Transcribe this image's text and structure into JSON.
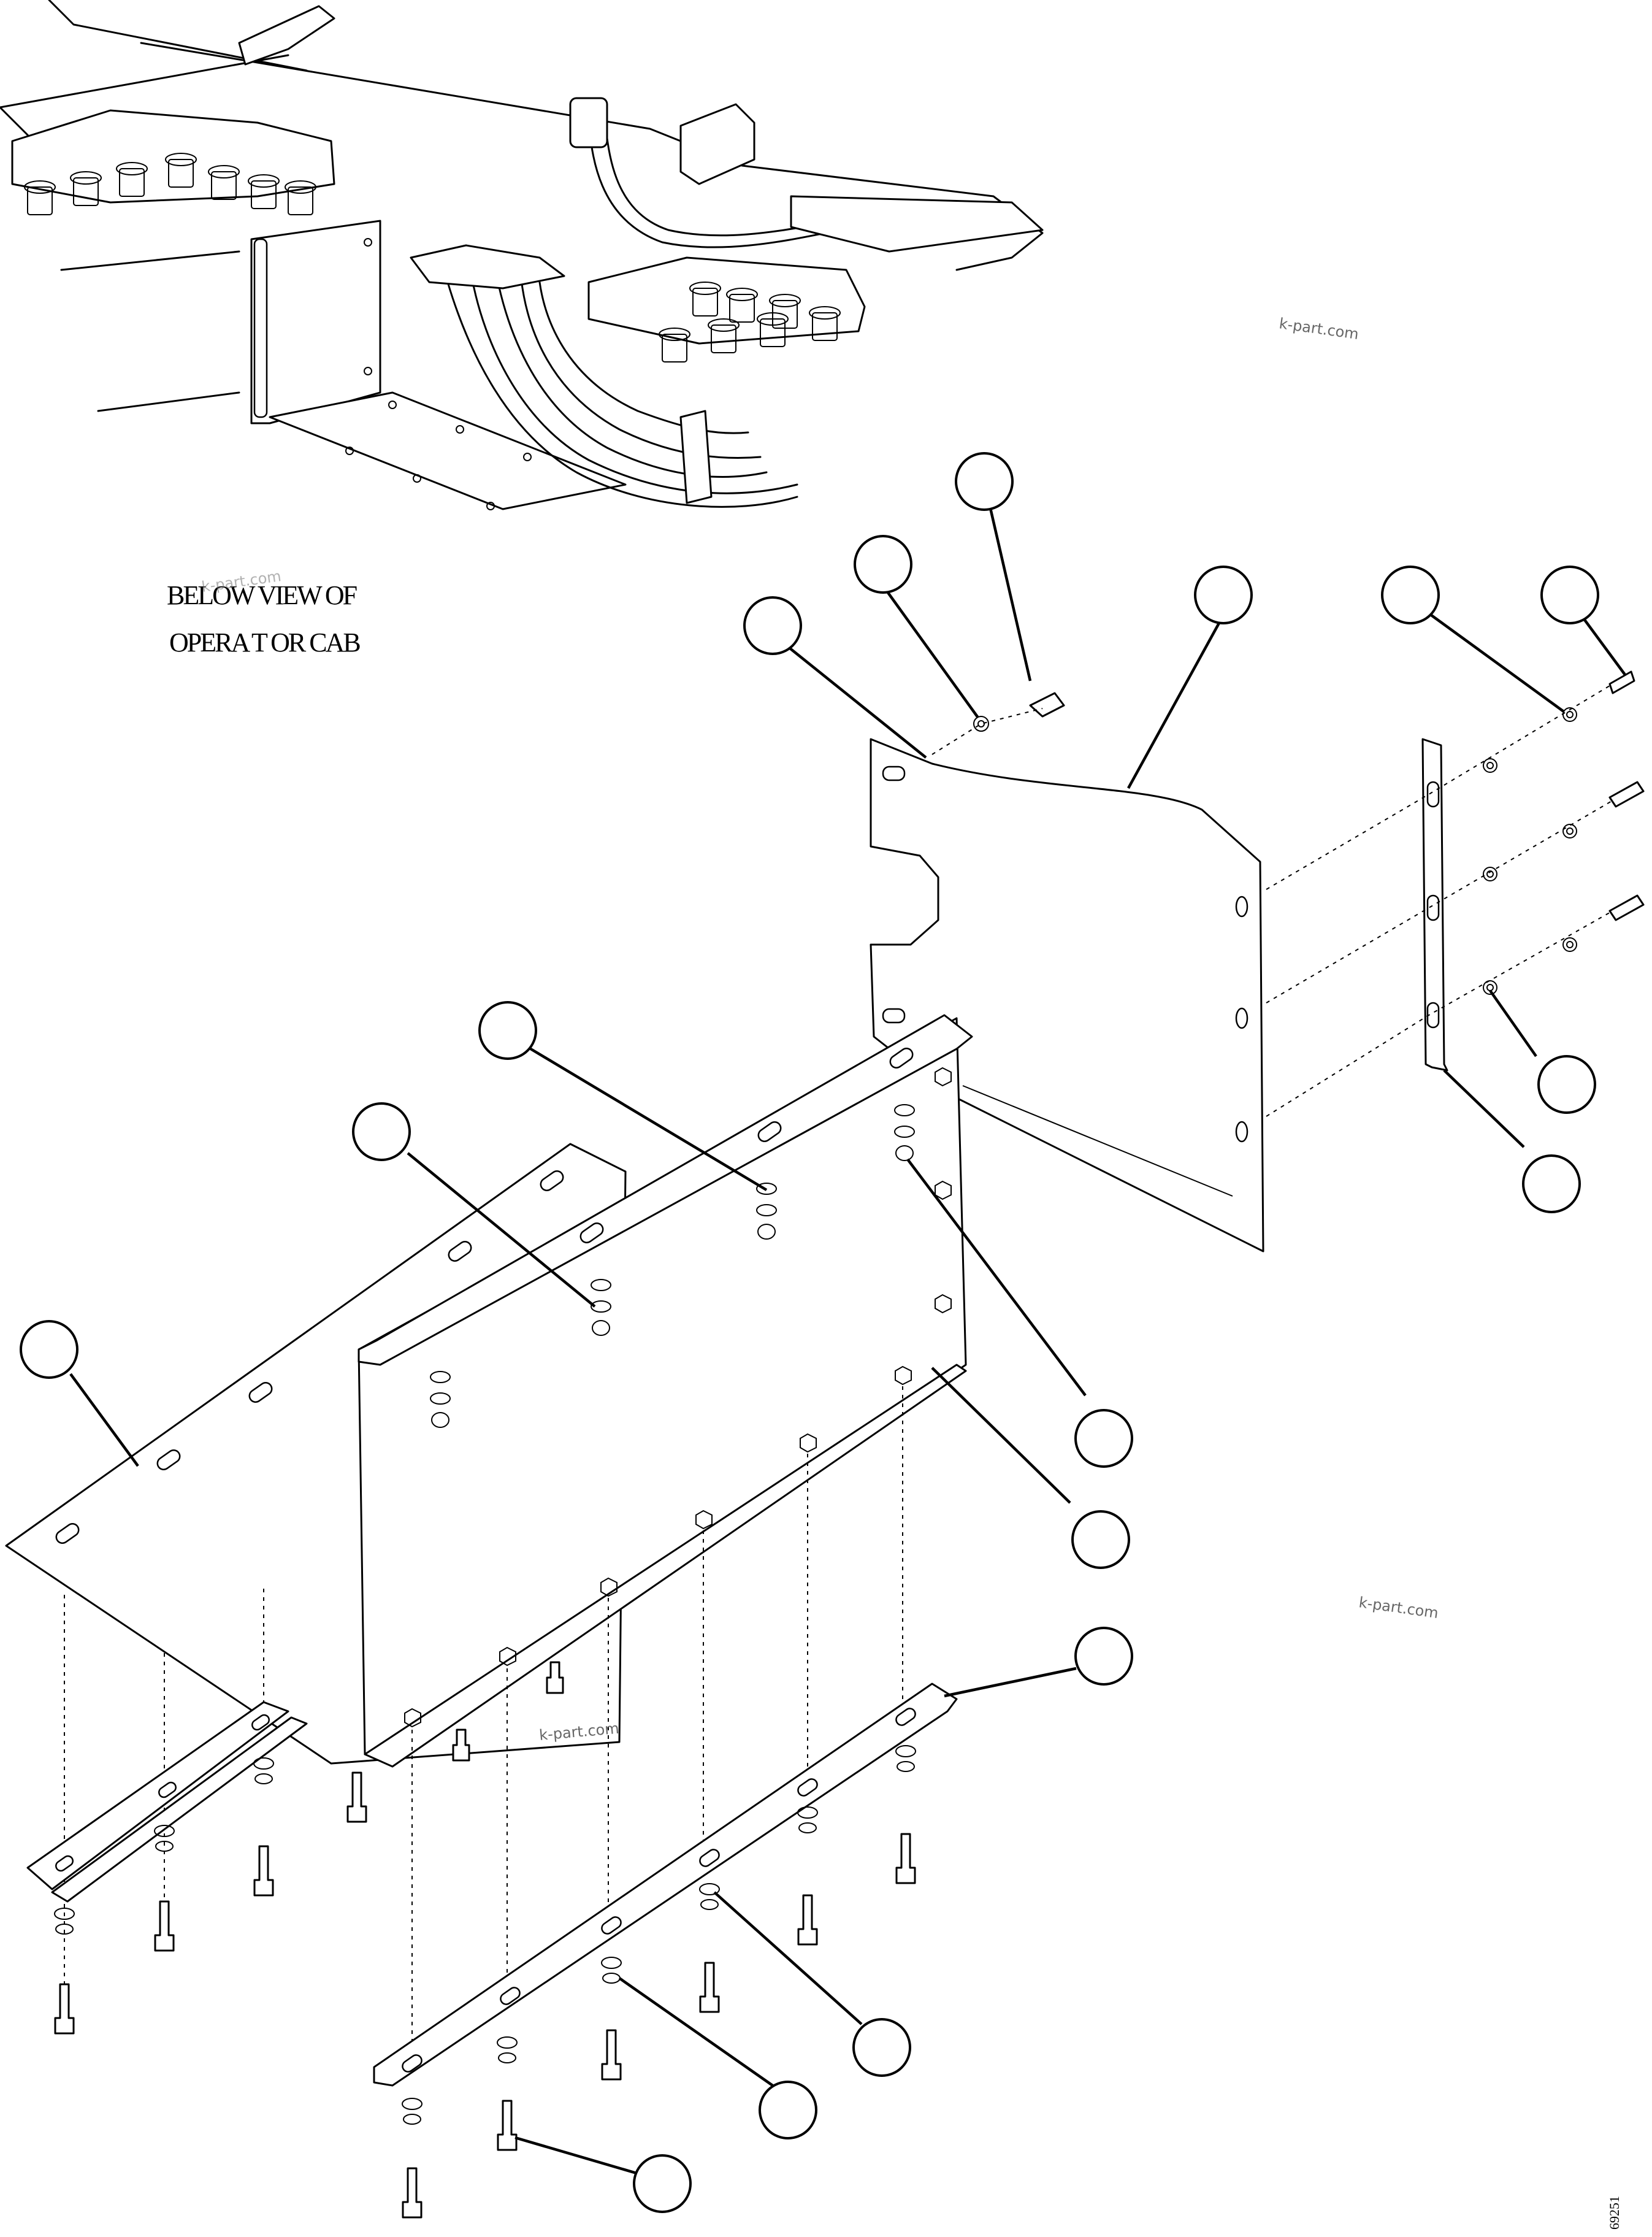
{
  "caption": {
    "line1": "BELOW VIEW OF",
    "line2": "OPERA       T OR CAB"
  },
  "watermarks": [
    "k-part.com",
    "k-part.com",
    "k-part.com",
    "k-part.com"
  ],
  "figure_number": "69251",
  "callout_count": 17
}
